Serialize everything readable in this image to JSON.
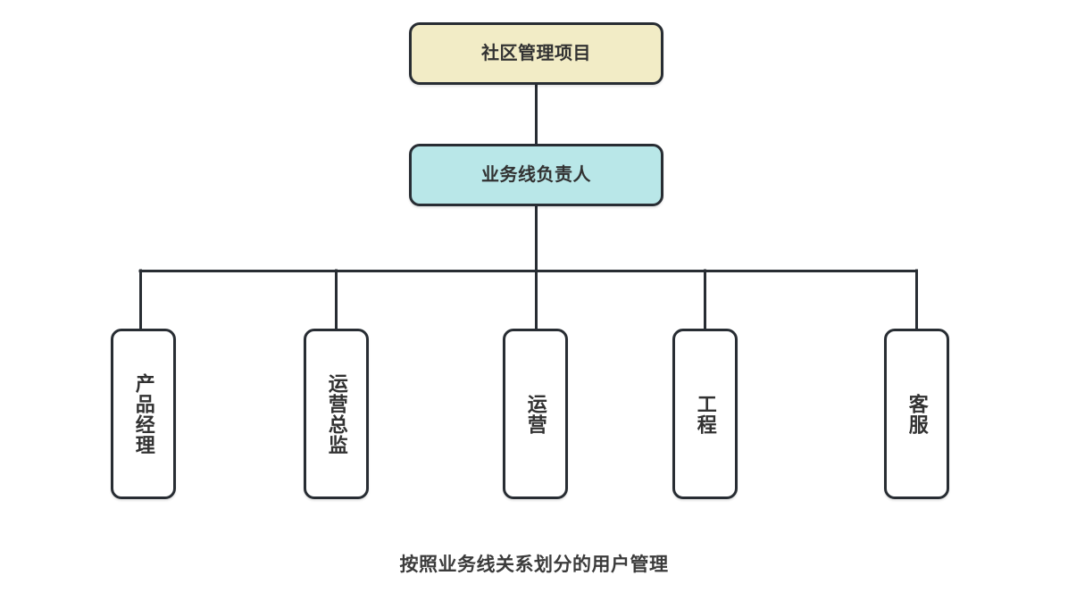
{
  "diagram": {
    "type": "org-chart",
    "caption": "按照业务线关系划分的用户管理",
    "colors": {
      "background": "#ffffff",
      "stroke": "#282d33",
      "root_fill": "#f2ecc6",
      "owner_fill": "#b9e7e8",
      "leaf_fill": "#ffffff",
      "text": "#323232"
    },
    "root": {
      "label": "社区管理项目",
      "fill": "#f2ecc6"
    },
    "owner": {
      "label": "业务线负责人",
      "fill": "#b9e7e8"
    },
    "leaves": [
      {
        "label": "产品经理"
      },
      {
        "label": "运营总监"
      },
      {
        "label": "运营"
      },
      {
        "label": "工程"
      },
      {
        "label": "客服"
      }
    ]
  }
}
